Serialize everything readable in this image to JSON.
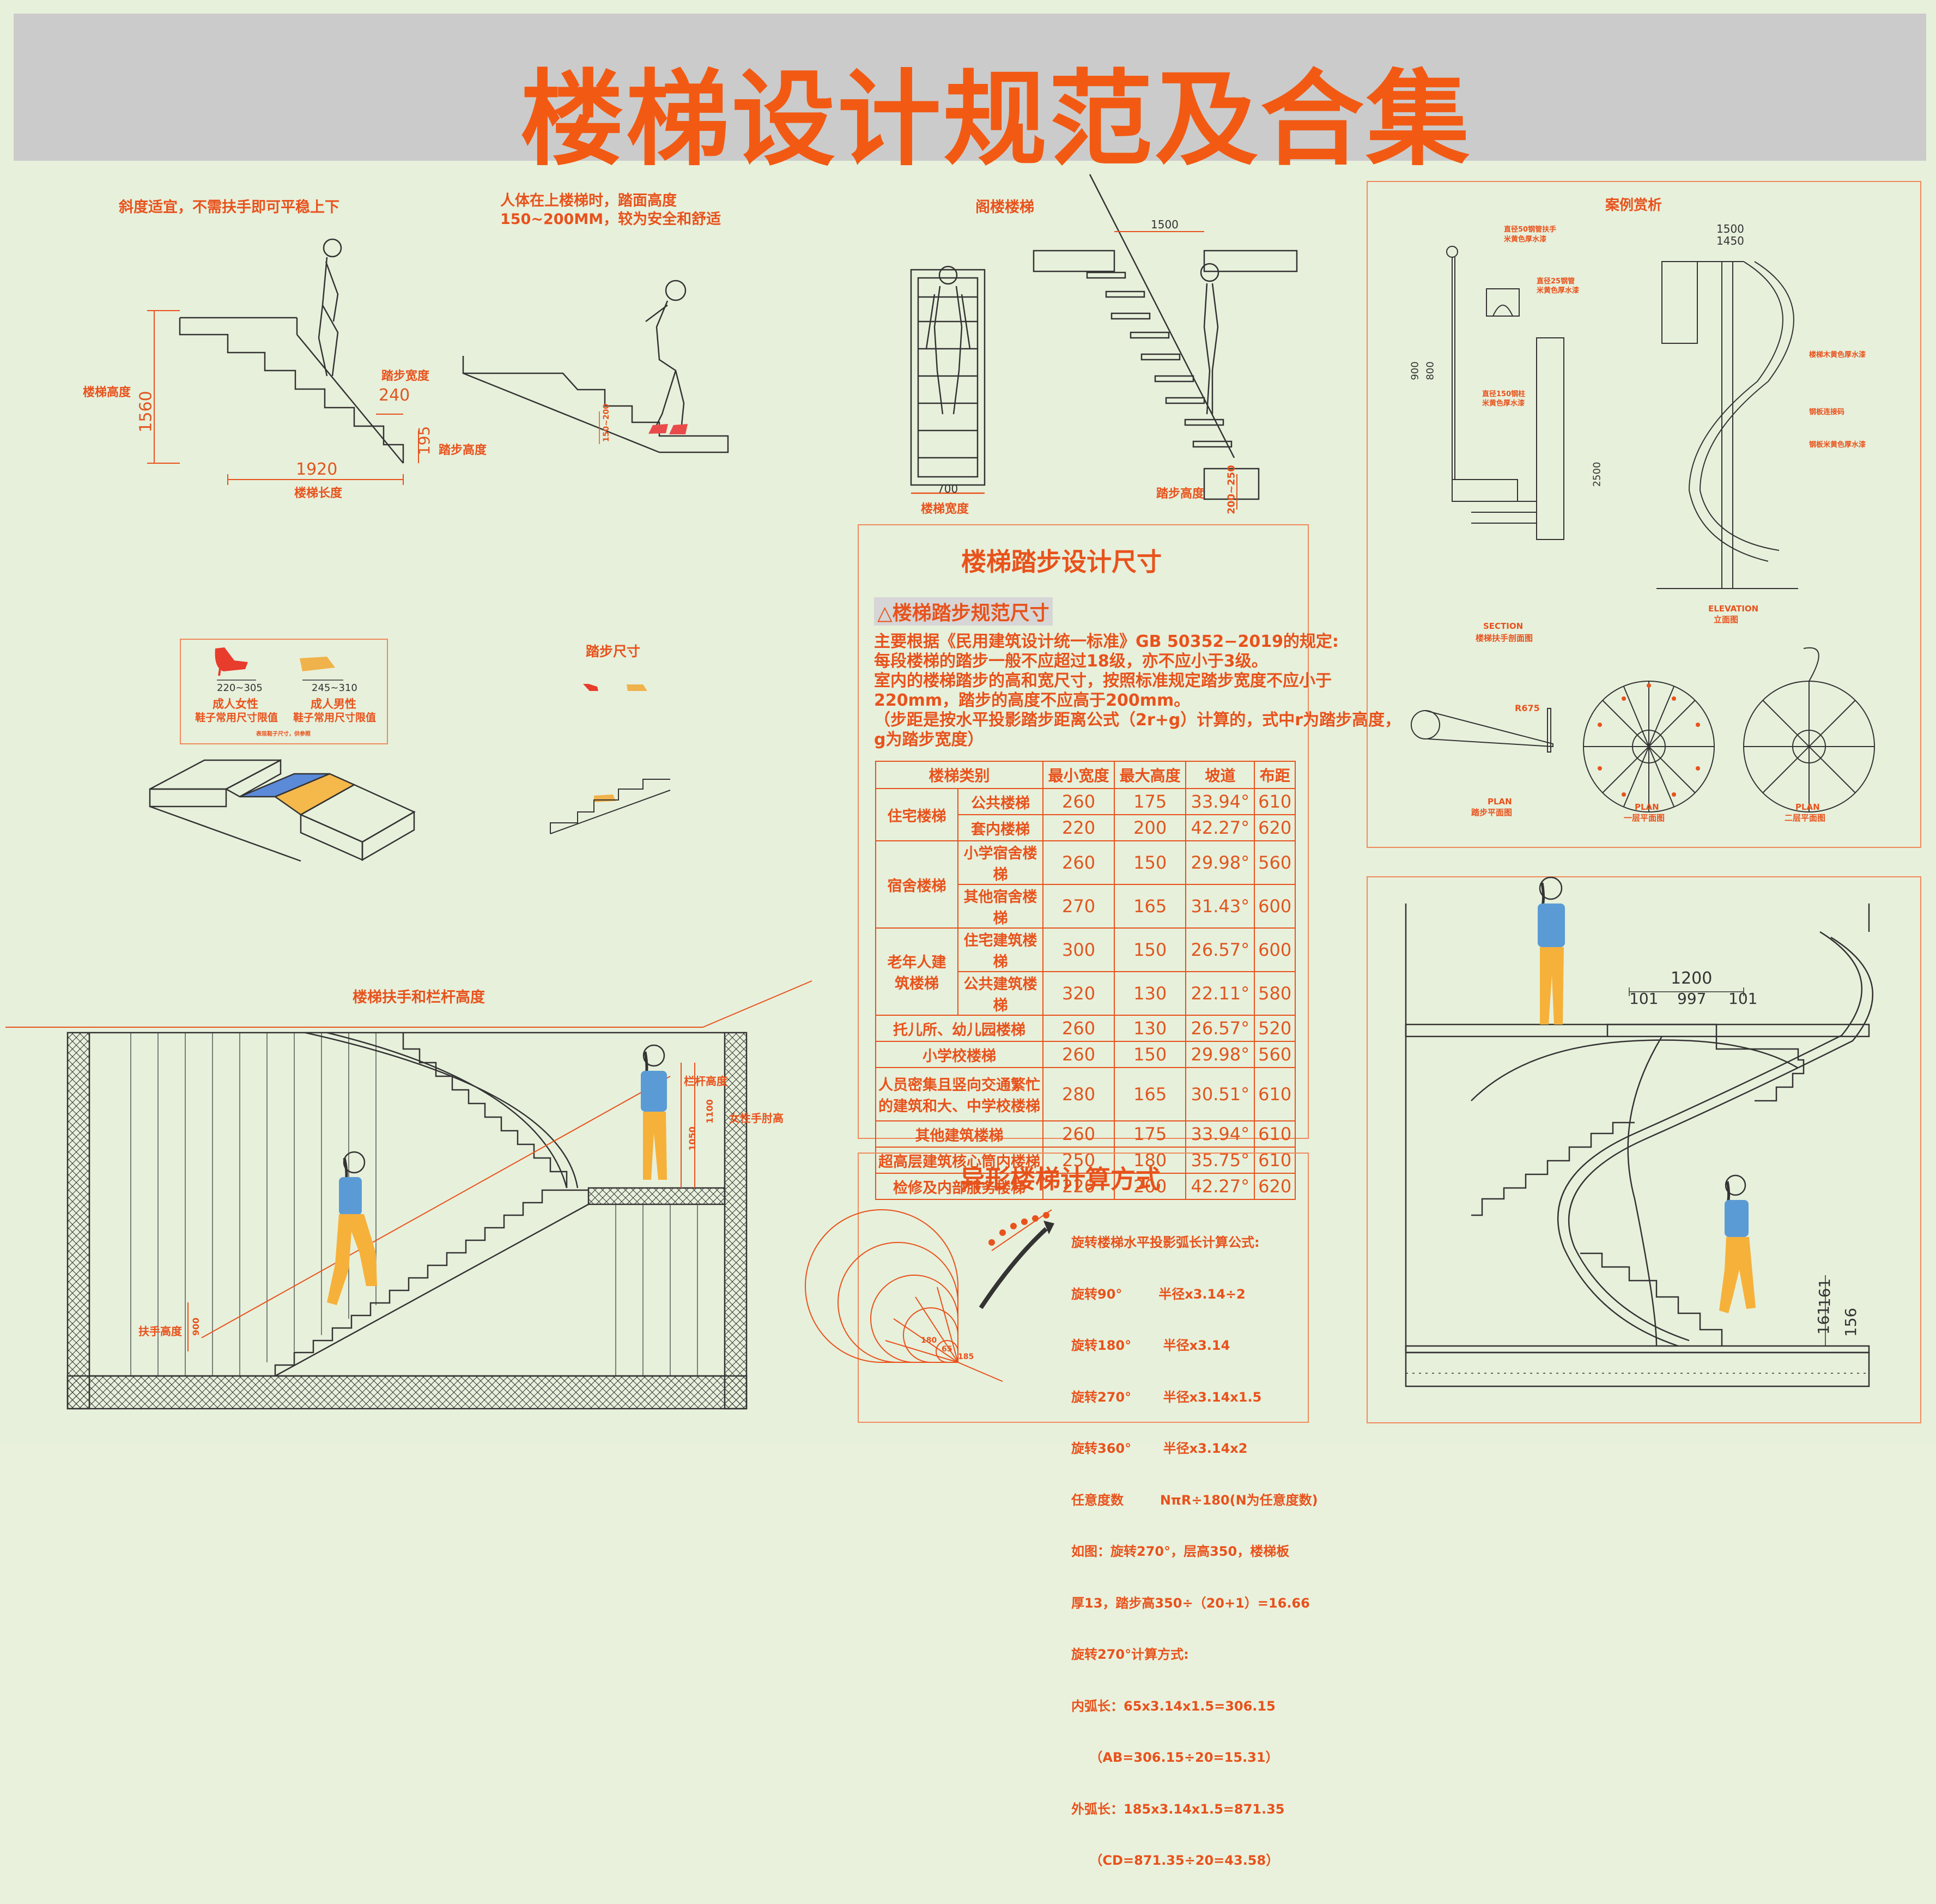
{
  "title": "楼梯设计规范及合集",
  "colors": {
    "accent": "#e8521c",
    "background": "#e7f0db",
    "banner": "#cbcbcb",
    "line": "#333333",
    "figure_shirt": "#5b9bd5",
    "figure_pants": "#f6b13a"
  },
  "section1": {
    "caption_left": "斜度适宜，不需扶手即可平稳上下",
    "caption_right_1": "人体在上楼梯时，踏面高度",
    "caption_right_2": "150~200MM，较为安全和舒适",
    "label_height": "楼梯高度",
    "dim_1560": "1560",
    "label_tread": "踏步宽度",
    "dim_240": "240",
    "dim_195": "195",
    "label_riser": "踏步高度",
    "dim_1920": "1920",
    "label_length": "楼梯长度",
    "dim_small": "150~200"
  },
  "section2": {
    "title": "阁楼楼梯",
    "dim_1500": "1500",
    "dim_700": "700",
    "label_riser": "踏步高度",
    "label_tread": "楼梯宽度",
    "dim_200": "200~250"
  },
  "shoes": {
    "female_range": "220~305",
    "male_range": "245~310",
    "female_label_1": "成人女性",
    "female_label_2": "鞋子常用尺寸限值",
    "male_label_1": "成人男性",
    "male_label_2": "鞋子常用尺寸限值",
    "small_note": "表现鞋子尺寸，供参照",
    "tread_title": "踏步尺寸"
  },
  "railing": {
    "title": "楼梯扶手和栏杆高度",
    "label_rail": "栏杆高度",
    "label_female": "女性手肘高",
    "label_handrail": "扶手高度",
    "dim_900": "900",
    "dim_1050": "1050",
    "dim_1100": "1100"
  },
  "spec": {
    "header": "楼梯踏步设计尺寸",
    "subheader": "△楼梯踏步规范尺寸",
    "text": [
      "主要根据《民用建筑设计统一标准》GB 50352−2019的规定:",
      "每段楼梯的踏步一般不应超过18级，亦不应小于3级。",
      "室内的楼梯踏步的高和宽尺寸，按照标准规定踏步宽度不应小于",
      "220mm，踏步的高度不应高于200mm。",
      "（步距是按水平投影踏步距离公式（2r+g）计算的，式中r为踏步高度，",
      "g为踏步宽度）"
    ],
    "columns": [
      "楼梯类别",
      "最小宽度",
      "最大高度",
      "坡道",
      "布距"
    ],
    "groups": {
      "residential": "住宅楼梯",
      "dorm": "宿舍楼梯",
      "elderly_1": "老年人建",
      "elderly_2": "筑楼梯"
    },
    "rows": [
      {
        "sub": "公共楼梯",
        "w": "260",
        "h": "175",
        "slope": "33.94°",
        "pace": "610"
      },
      {
        "sub": "套内楼梯",
        "w": "220",
        "h": "200",
        "slope": "42.27°",
        "pace": "620"
      },
      {
        "sub": "小学宿舍楼梯",
        "w": "260",
        "h": "150",
        "slope": "29.98°",
        "pace": "560"
      },
      {
        "sub": "其他宿舍楼梯",
        "w": "270",
        "h": "165",
        "slope": "31.43°",
        "pace": "600"
      },
      {
        "sub": "住宅建筑楼梯",
        "w": "300",
        "h": "150",
        "slope": "26.57°",
        "pace": "600"
      },
      {
        "sub": "公共建筑楼梯",
        "w": "320",
        "h": "130",
        "slope": "22.11°",
        "pace": "580"
      },
      {
        "name": "托儿所、幼儿园楼梯",
        "w": "260",
        "h": "130",
        "slope": "26.57°",
        "pace": "520"
      },
      {
        "name": "小学校楼梯",
        "w": "260",
        "h": "150",
        "slope": "29.98°",
        "pace": "560"
      },
      {
        "name_1": "人员密集且竖向交通繁忙",
        "name_2": "的建筑和大、中学校楼梯",
        "w": "280",
        "h": "165",
        "slope": "30.51°",
        "pace": "610"
      },
      {
        "name": "其他建筑楼梯",
        "w": "260",
        "h": "175",
        "slope": "33.94°",
        "pace": "610"
      },
      {
        "name": "超高层建筑核心筒内楼梯",
        "w": "250",
        "h": "180",
        "slope": "35.75°",
        "pace": "610"
      },
      {
        "name": "检修及内部服务楼梯",
        "w": "220",
        "h": "200",
        "slope": "42.27°",
        "pace": "620"
      }
    ]
  },
  "special": {
    "header": "异形楼梯计算方式",
    "formula": [
      "旋转楼梯水平投影弧长计算公式:",
      "旋转90°        半径x3.14÷2",
      "旋转180°       半径x3.14",
      "旋转270°       半径x3.14x1.5",
      "旋转360°       半径x3.14x2",
      "任意度数        NπR÷180(N为任意度数)",
      "如图：旋转270°，层高350，楼梯板",
      "厚13，踏步高350÷（20+1）=16.66",
      "旋转270°计算方式:",
      "内弧长：65x3.14x1.5=306.15",
      "    （AB=306.15÷20=15.31）",
      "外弧长：185x3.14x1.5=871.35",
      "    （CD=871.35÷20=43.58）"
    ],
    "dim_185": "185",
    "dim_65": "65",
    "dim_180": "180"
  },
  "case": {
    "title": "案例赏析",
    "dim_1500": "1500",
    "dim_1450": "1450",
    "dim_900a": "900",
    "dim_800": "800",
    "dim_2500": "2500",
    "section_label": "SECTION",
    "section_cn": "楼梯扶手剖面图",
    "elevation_label": "ELEVATION",
    "elevation_cn": "立面图",
    "plan_label": "PLAN",
    "plan1_cn": "一层平面图",
    "plan2_cn": "二层平面图",
    "plan0_cn": "踏步平面图",
    "note_1": "直径50钢管扶手",
    "note_2": "米黄色厚水漆",
    "note_3": "直径25钢管",
    "note_4": "米黄色厚水漆",
    "note_5": "直径150钢柱",
    "note_6": "米黄色厚水漆",
    "note_7": "楼梯木黄色厚水漆",
    "note_8": "钢板连接码",
    "note_9": "钢板米黄色厚水漆",
    "r_label": "R675"
  },
  "spiral": {
    "dim_1200": "1200",
    "dim_101a": "101",
    "dim_997": "997",
    "dim_101b": "101",
    "dim_161a": "161",
    "dim_161b": "161",
    "dim_156": "156"
  }
}
